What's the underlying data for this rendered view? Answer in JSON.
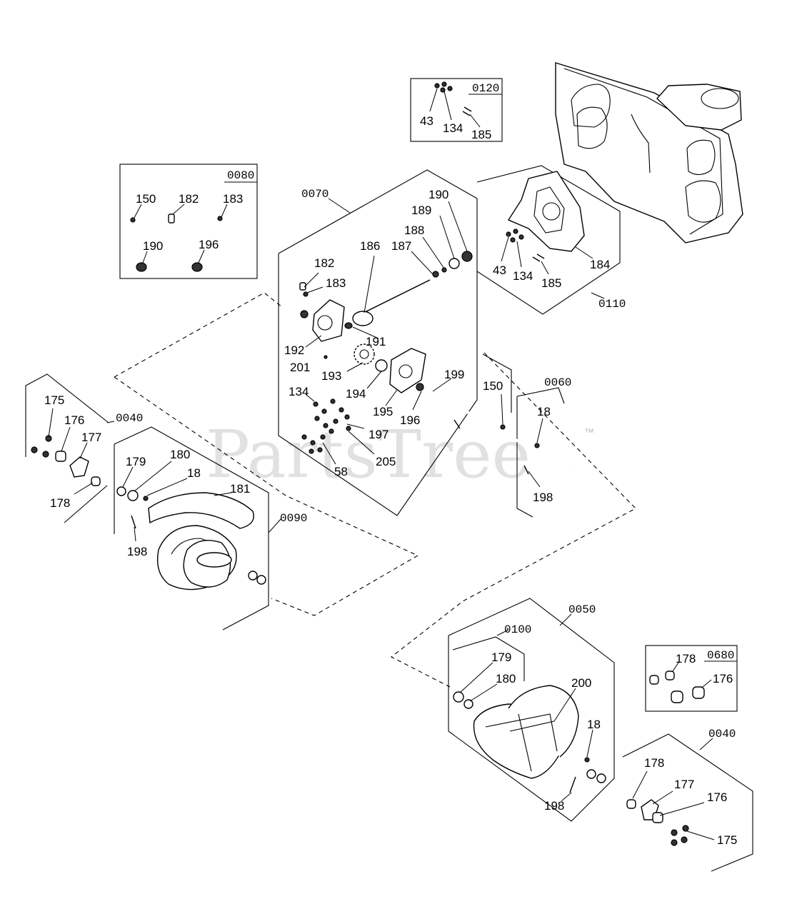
{
  "watermark": {
    "text": "PartsTree",
    "trademark": "™"
  },
  "groups": [
    {
      "key": "g0120",
      "code": "0120"
    },
    {
      "key": "g0080",
      "code": "0080"
    },
    {
      "key": "g0070",
      "code": "0070"
    },
    {
      "key": "g0110",
      "code": "0110"
    },
    {
      "key": "g0060",
      "code": "0060"
    },
    {
      "key": "g0040a",
      "code": "0040"
    },
    {
      "key": "g0090",
      "code": "0090"
    },
    {
      "key": "g0050",
      "code": "0050"
    },
    {
      "key": "g0100",
      "code": "0100"
    },
    {
      "key": "g0680",
      "code": "0680"
    },
    {
      "key": "g0040b",
      "code": "0040"
    }
  ],
  "callouts": [
    "43",
    "134",
    "185",
    "150",
    "182",
    "183",
    "190",
    "196",
    "190",
    "189",
    "188",
    "187",
    "186",
    "182",
    "183",
    "191",
    "192",
    "201",
    "193",
    "194",
    "195",
    "196",
    "199",
    "150",
    "134",
    "197",
    "58",
    "205",
    "43",
    "134",
    "185",
    "184",
    "18",
    "198",
    "175",
    "176",
    "177",
    "178",
    "179",
    "180",
    "18",
    "181",
    "198",
    "179",
    "180",
    "200",
    "18",
    "198",
    "178",
    "176",
    "178",
    "177",
    "176",
    "175"
  ]
}
